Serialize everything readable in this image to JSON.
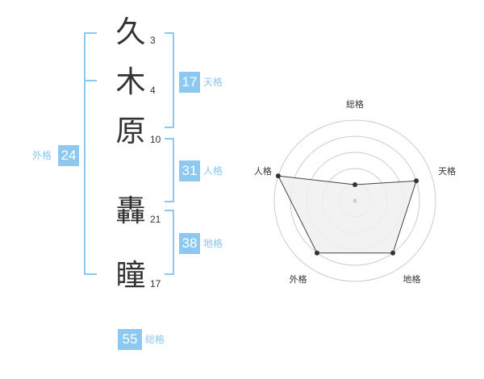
{
  "characters": [
    {
      "char": "久",
      "strokes": "3"
    },
    {
      "char": "木",
      "strokes": "4"
    },
    {
      "char": "原",
      "strokes": "10"
    },
    {
      "char": "轟",
      "strokes": "21"
    },
    {
      "char": "瞳",
      "strokes": "17"
    }
  ],
  "kakusu": {
    "tenkaku": {
      "value": "17",
      "label": "天格"
    },
    "jinkaku": {
      "value": "31",
      "label": "人格"
    },
    "chikaku": {
      "value": "38",
      "label": "地格"
    },
    "gaikaku": {
      "value": "24",
      "label": "外格"
    },
    "soukaku": {
      "value": "55",
      "label": "総格"
    }
  },
  "colors": {
    "accent": "#8cc8ef",
    "text": "#333333",
    "grid": "#cccccc",
    "fill": "#f0f0f0"
  },
  "chart_data": {
    "type": "radar",
    "axes": [
      "総格",
      "天格",
      "地格",
      "外格",
      "人格"
    ],
    "values": [
      1,
      4,
      4,
      4,
      5
    ],
    "rmax": 5,
    "rings": 5
  }
}
